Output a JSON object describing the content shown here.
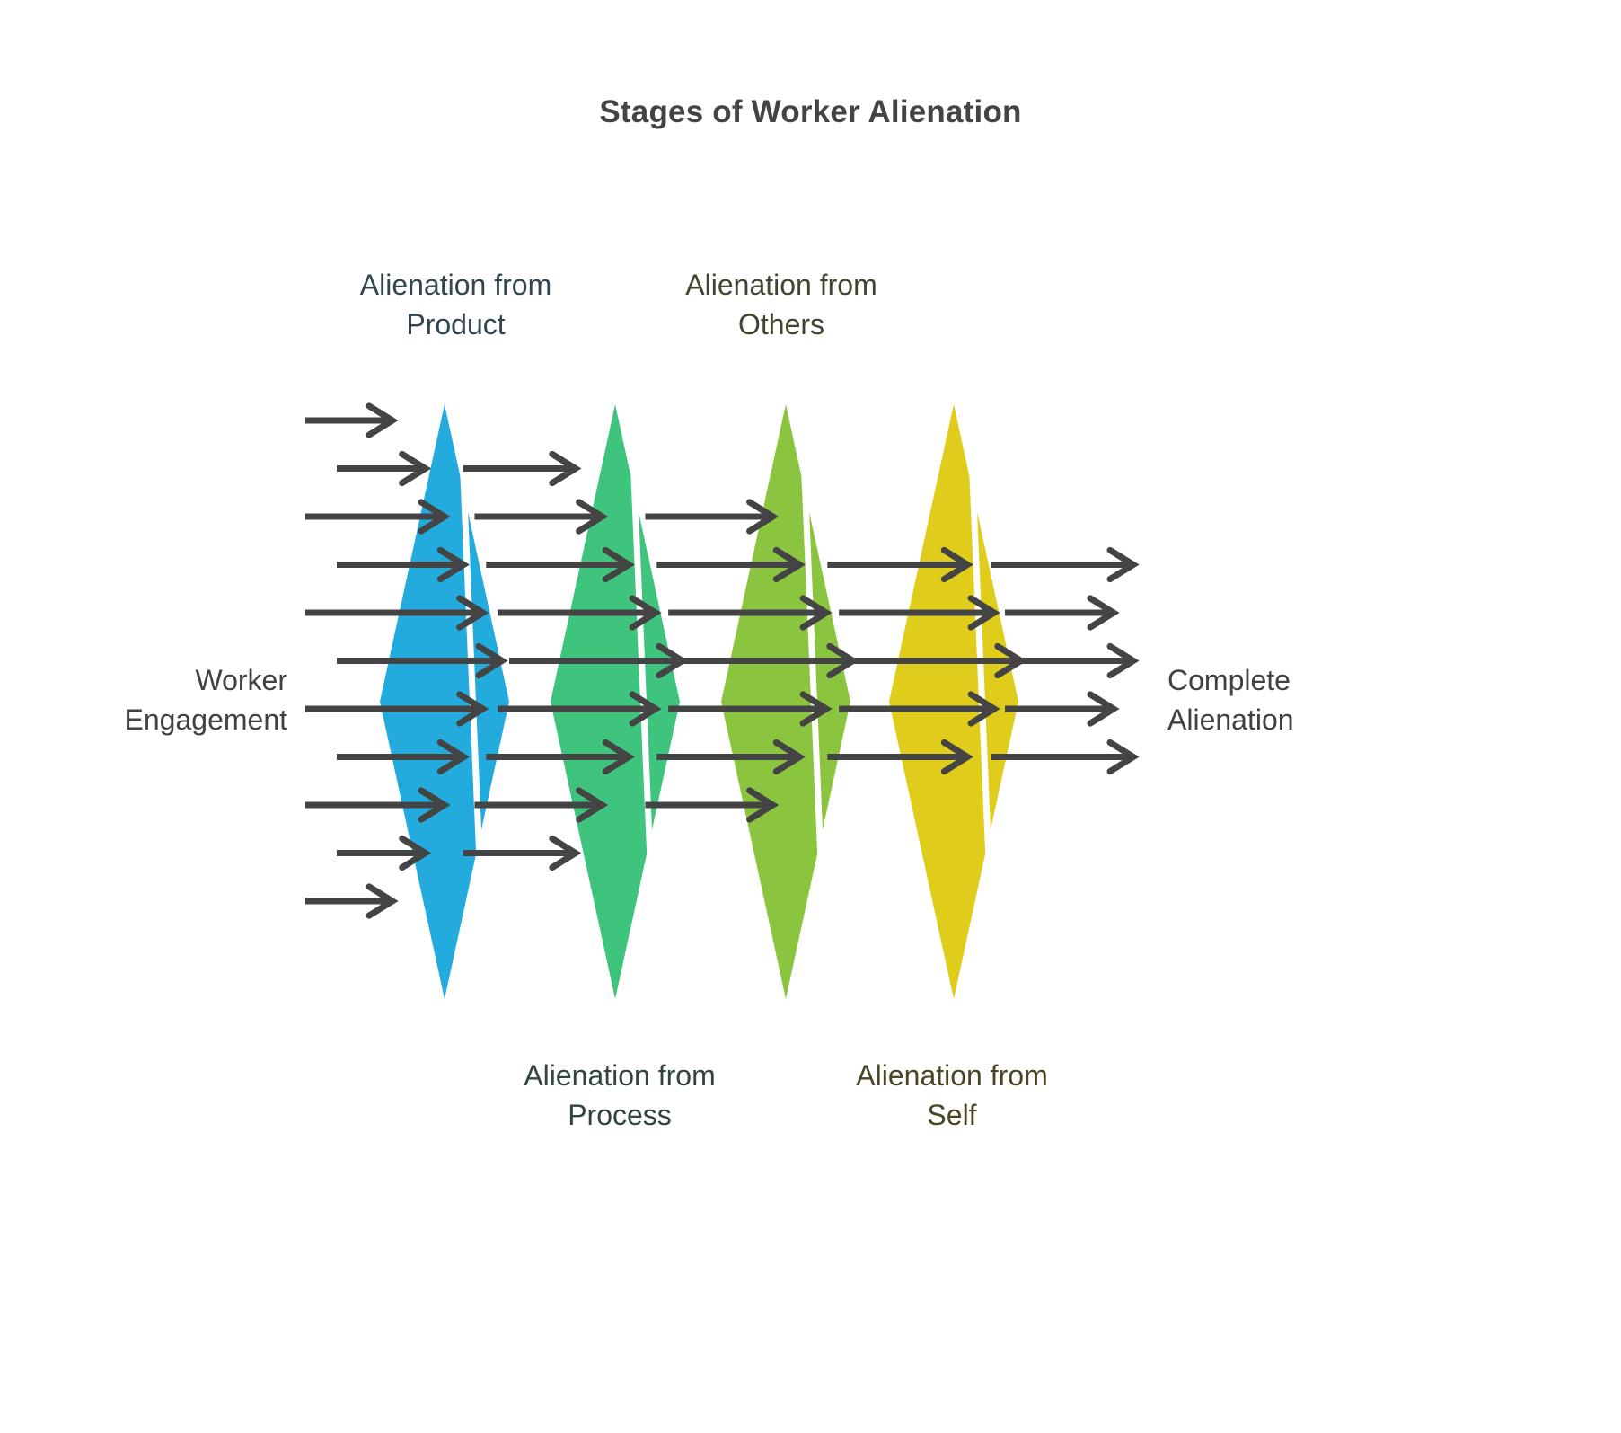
{
  "title": "Stages of Worker Alienation",
  "endpoints": {
    "left_label": "Worker\nEngagement",
    "right_label": "Complete\nAlienation"
  },
  "stages": [
    {
      "id": "product",
      "label": "Alienation from\nProduct",
      "position": "top",
      "color": "#22abdc",
      "label_color": "#33464f"
    },
    {
      "id": "process",
      "label": "Alienation from\nProcess",
      "position": "bottom",
      "color": "#3fc47e",
      "label_color": "#32453b"
    },
    {
      "id": "others",
      "label": "Alienation from\nOthers",
      "position": "top",
      "color": "#8bc53f",
      "label_color": "#41452f"
    },
    {
      "id": "self",
      "label": "Alienation from\nSelf",
      "position": "bottom",
      "color": "#e0cc1b",
      "label_color": "#4a4524"
    }
  ],
  "flow": {
    "arrow_color": "#444444",
    "arrow_rows": 11,
    "groups": 5,
    "direction": "left-to-right",
    "description": "Converging-diverging arrow bands passing through four colored lens-shaped filters"
  },
  "colors": {
    "background": "#ffffff",
    "title": "#444444",
    "arrow": "#444444",
    "divider": "#ffffff"
  }
}
